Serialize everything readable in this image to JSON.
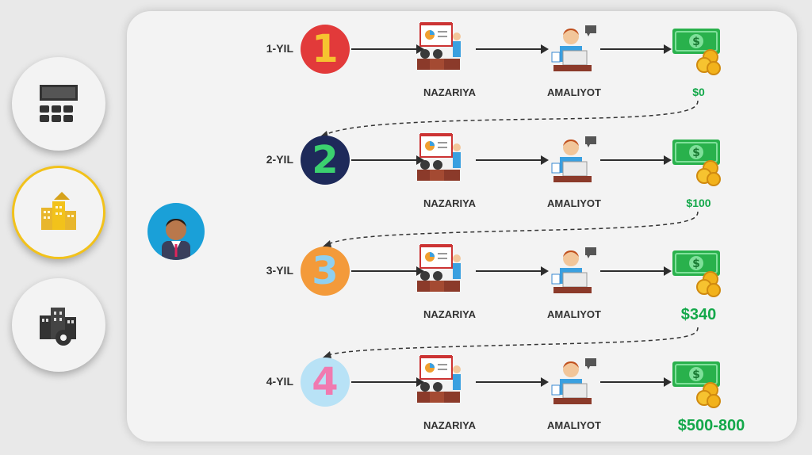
{
  "sidebar": {
    "items": [
      {
        "name": "auditorium-icon",
        "active": false
      },
      {
        "name": "company-buildings-icon",
        "active": true
      },
      {
        "name": "office-gear-icon",
        "active": false
      }
    ]
  },
  "colors": {
    "accent": "#f2c21b",
    "salary": "#14a84a",
    "arrow": "#2d2d2d"
  },
  "rows": [
    {
      "year": "1-YIL",
      "number": "1",
      "theory": "NAZARIYA",
      "practice": "AMALIYOT",
      "salary": "$0"
    },
    {
      "year": "2-YIL",
      "number": "2",
      "theory": "NAZARIYA",
      "practice": "AMALIYOT",
      "salary": "$100"
    },
    {
      "year": "3-YIL",
      "number": "3",
      "theory": "NAZARIYA",
      "practice": "AMALIYOT",
      "salary": "$340"
    },
    {
      "year": "4-YIL",
      "number": "4",
      "theory": "NAZARIYA",
      "practice": "AMALIYOT",
      "salary": "$500-800"
    }
  ]
}
